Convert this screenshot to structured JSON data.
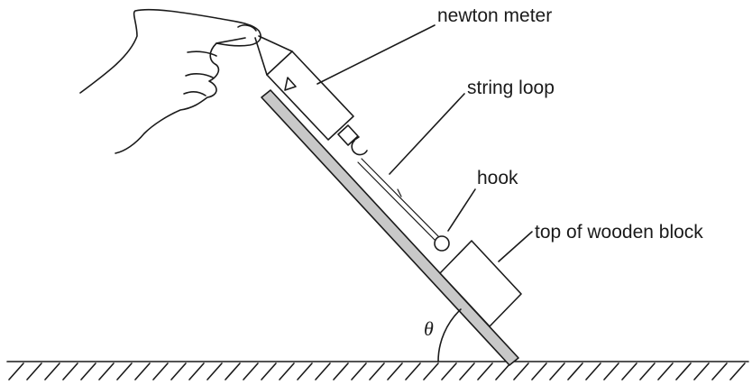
{
  "labels": {
    "newton_meter": "newton meter",
    "string_loop": "string loop",
    "hook": "hook",
    "top_of_block": "top of wooden block",
    "angle": "θ"
  },
  "colors": {
    "ink": "#1a1a1a",
    "board_fill": "#c8c8c8",
    "background": "#ffffff"
  }
}
